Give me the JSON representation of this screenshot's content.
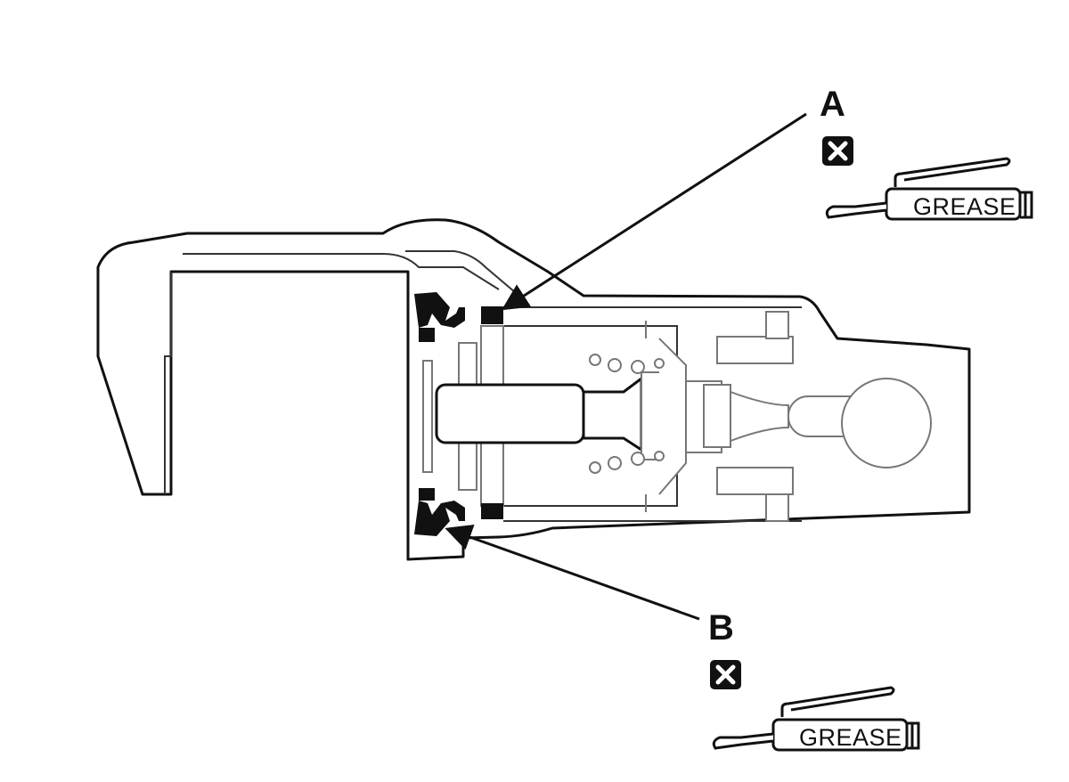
{
  "callouts": {
    "a": {
      "letter": "A",
      "note_icon": "replace-x-icon",
      "grease_label": "GREASE"
    },
    "b": {
      "letter": "B",
      "note_icon": "replace-x-icon",
      "grease_label": "GREASE"
    }
  },
  "colors": {
    "line": "#111111",
    "background": "#ffffff"
  }
}
